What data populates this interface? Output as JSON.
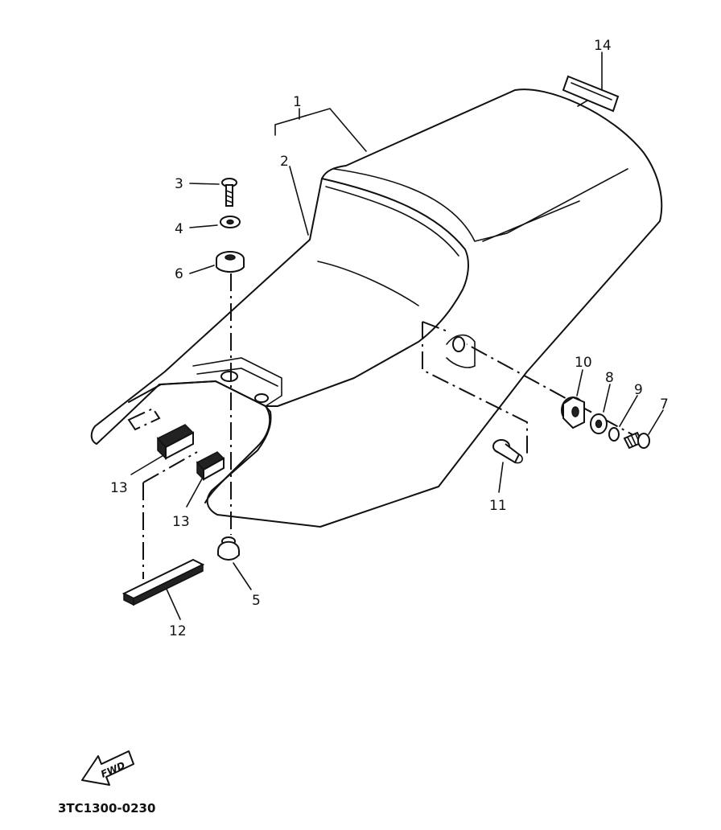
{
  "diagram": {
    "callouts": {
      "c1": "1",
      "c2": "2",
      "c3": "3",
      "c4": "4",
      "c5": "5",
      "c6": "6",
      "c7": "7",
      "c8": "8",
      "c9": "9",
      "c10": "10",
      "c11": "11",
      "c12": "12",
      "c13a": "13",
      "c13b": "13",
      "c14": "14"
    },
    "fwd_label": "FWD",
    "drawing_code": "3TC1300-0230"
  }
}
